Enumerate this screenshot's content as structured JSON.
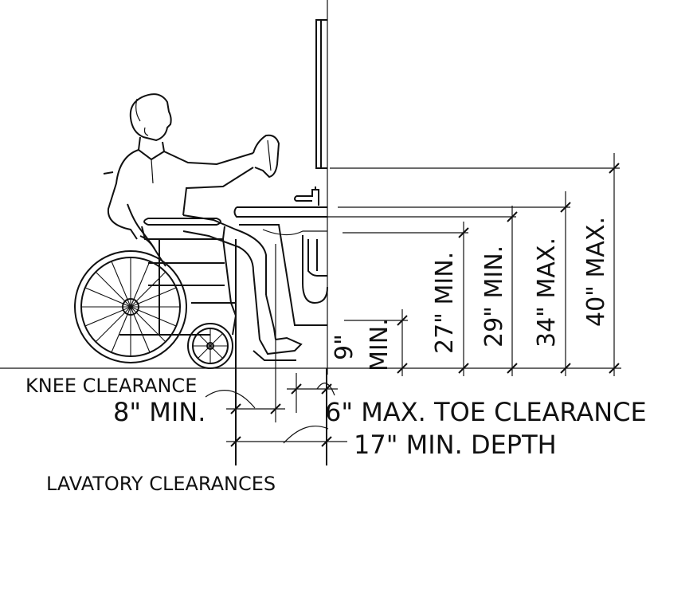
{
  "colors": {
    "ink": "#111111",
    "background": "#ffffff"
  },
  "labels": {
    "knee_clearance": "KNEE CLEARANCE",
    "knee_min": "8\" MIN.",
    "toe_clearance": "6\" MAX. TOE CLEARANCE",
    "min_depth": "17\" MIN. DEPTH",
    "lavatory_clearances": "LAVATORY CLEARANCES",
    "dim_9_num": "9\"",
    "dim_9_min": "MIN.",
    "dim_27": "27\" MIN.",
    "dim_29": "29\" MIN.",
    "dim_34": "34\" MAX.",
    "dim_40": "40\" MAX."
  },
  "figure": {
    "subject": "person in wheelchair reaching toward mirror above lavatory",
    "icons": [
      "wheelchair-user-figure",
      "lavatory-sink",
      "mirror",
      "faucet"
    ]
  }
}
